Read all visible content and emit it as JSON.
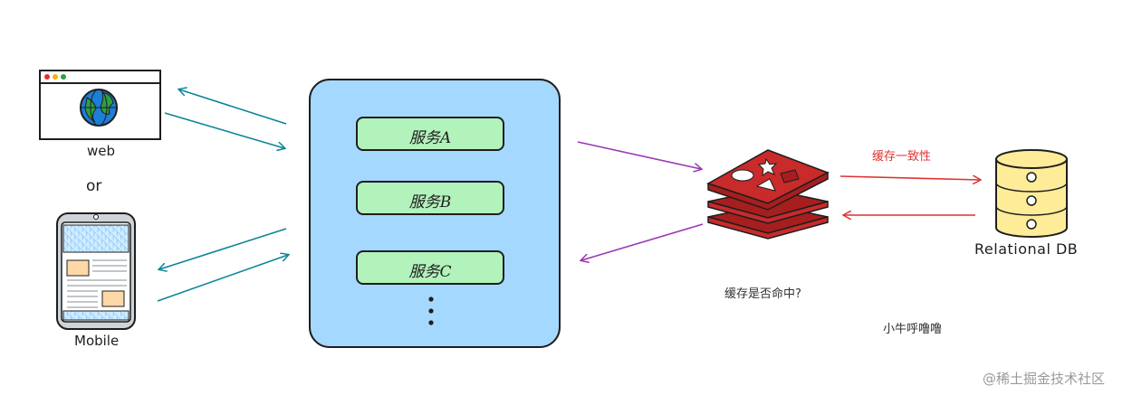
{
  "clients": {
    "web_label": "web",
    "or_label": "or",
    "mobile_label": "Mobile"
  },
  "services": {
    "items": [
      {
        "label": "服务A"
      },
      {
        "label": "服务B"
      },
      {
        "label": "服务C"
      }
    ]
  },
  "cache": {
    "question_label": "缓存是否命中?"
  },
  "database": {
    "label": "Relational DB",
    "consistency_label": "缓存一致性"
  },
  "author": "小牛呼噜噜",
  "watermark": "@稀土掘金技术社区",
  "colors": {
    "service_panel": "#a5d8ff",
    "service_item": "#b2f2bb",
    "cache": "#c92a2a",
    "database": "#ffec99",
    "client_arrows": "#0c8599",
    "cache_arrows": "#9c36b5",
    "db_arrows": "#e03131"
  }
}
